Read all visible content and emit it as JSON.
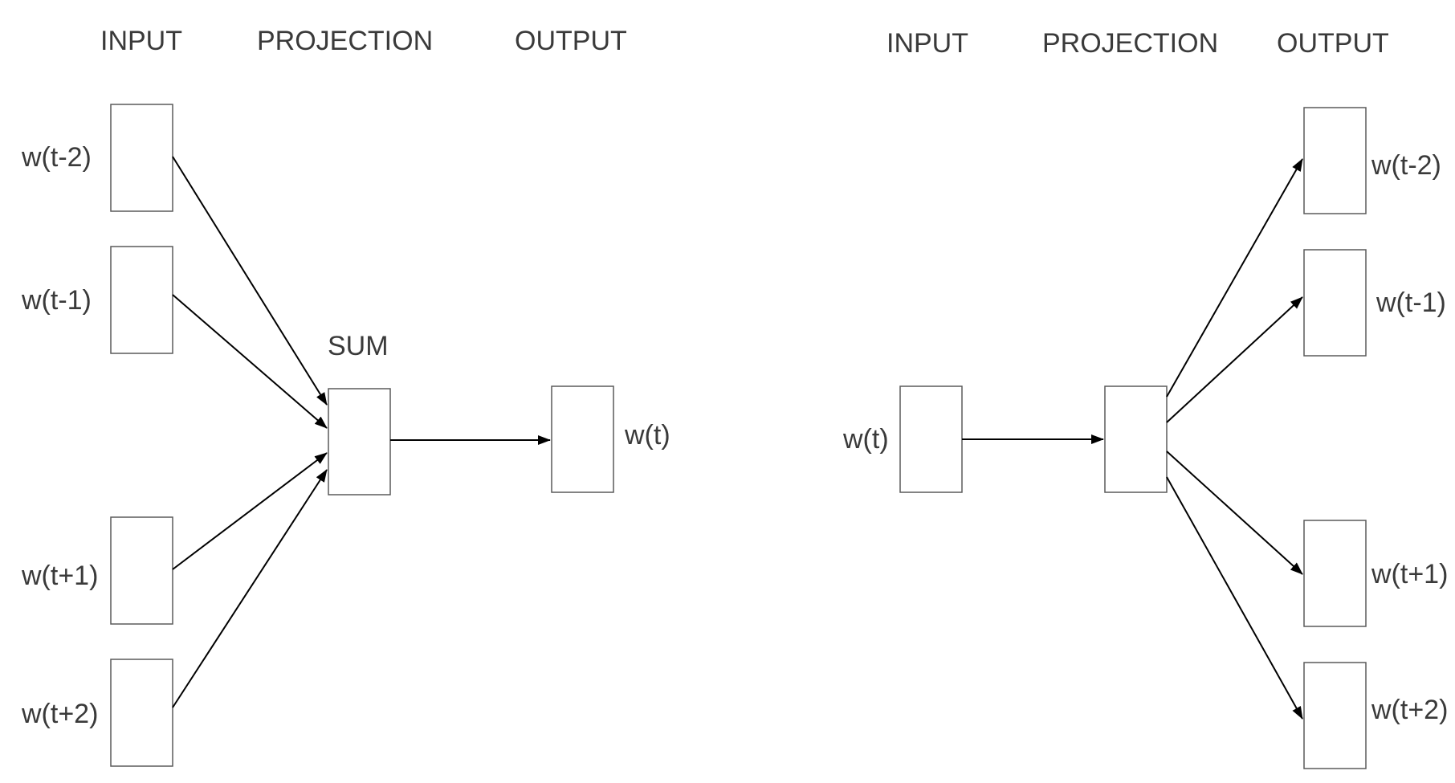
{
  "colors": {
    "text": "#3a3a3a",
    "box_stroke": "#5a5a5a",
    "arrow": "#000000",
    "background": "#ffffff"
  },
  "cbow": {
    "headers": {
      "input": "INPUT",
      "projection": "PROJECTION",
      "output": "OUTPUT"
    },
    "sum_label": "SUM",
    "inputs": [
      "w(t-2)",
      "w(t-1)",
      "w(t+1)",
      "w(t+2)"
    ],
    "output": "w(t)"
  },
  "skipgram": {
    "headers": {
      "input": "INPUT",
      "projection": "PROJECTION",
      "output": "OUTPUT"
    },
    "input": "w(t)",
    "outputs": [
      "w(t-2)",
      "w(t-1)",
      "w(t+1)",
      "w(t+2)"
    ]
  }
}
